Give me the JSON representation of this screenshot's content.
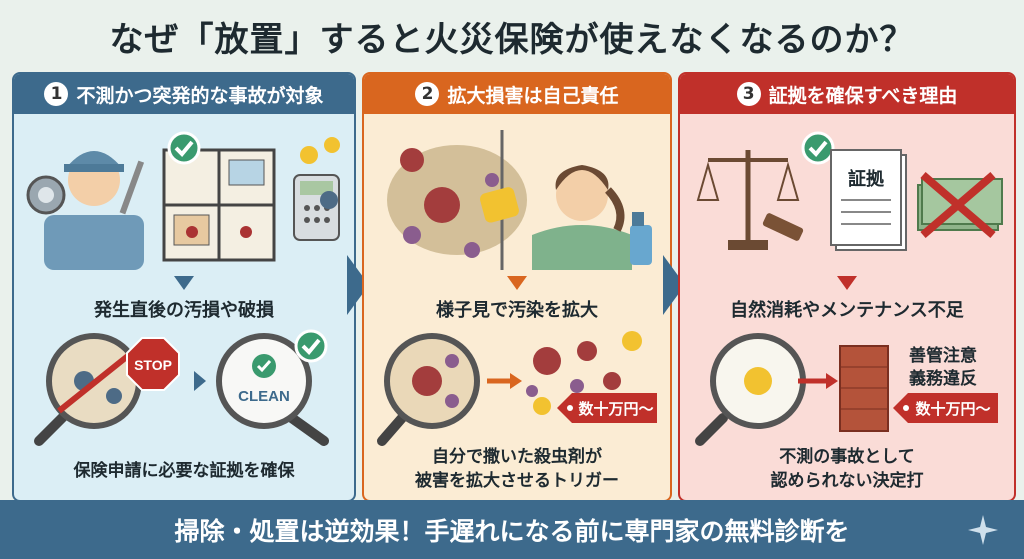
{
  "title": "なぜ「放置」すると火災保険が使えなくなるのか？",
  "panels": [
    {
      "number": "1",
      "heading": "不測かつ突発的な事故が対象",
      "middle": "発生直後の汚損や破損",
      "stop_sign": "STOP",
      "clean_badge": "CLEAN",
      "bottom": "保険申請に必要な証拠を確保"
    },
    {
      "number": "2",
      "heading": "拡大損害は自己責任",
      "middle": "様子見で汚染を拡大",
      "price_tag": "数十万円〜",
      "bottom_line1": "自分で撒いた殺虫剤が",
      "bottom_line2": "被害を拡大させるトリガー"
    },
    {
      "number": "3",
      "heading": "証拠を確保すべき理由",
      "middle": "自然消耗やメンテナンス不足",
      "document_label": "証拠",
      "wall_label_line1": "善管注意",
      "wall_label_line2": "義務違反",
      "price_tag": "数十万円〜",
      "bottom_line1": "不測の事故として",
      "bottom_line2": "認められない決定打"
    }
  ],
  "footer": "掃除・処置は逆効果！手遅れになる前に専門家の無料診断を",
  "colors": {
    "blue": "#3d6a8c",
    "orange": "#d9661f",
    "red": "#c0302a",
    "check_green": "#3a9a6e"
  }
}
